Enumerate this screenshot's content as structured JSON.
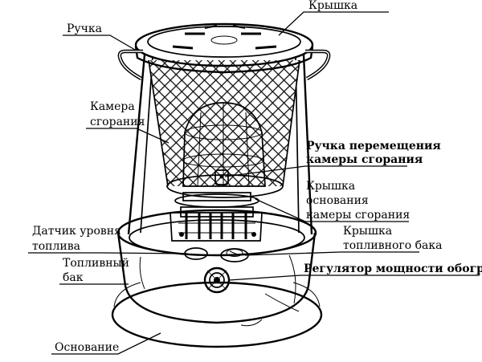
{
  "labels": {
    "lid": "Крышка",
    "handle": "Ручка",
    "chamber_line1": "Камера",
    "chamber_line2": "сгорания",
    "chamber_handle_line1": "Ручка перемещения",
    "chamber_handle_line2": "камеры сгорания",
    "chamber_base_line1": "Крышка",
    "chamber_base_line2": "основания",
    "chamber_base_line3": "камеры сгорания",
    "fuel_sensor_line1": "Датчик уровня",
    "fuel_sensor_line2": "топлива",
    "tank_cap_line1": "Крышка",
    "tank_cap_line2": "топливного бака",
    "tank_line1": "Топливный",
    "tank_line2": "бак",
    "power_regulator": "Регулятор мощности обогрева",
    "base": "Основание"
  }
}
